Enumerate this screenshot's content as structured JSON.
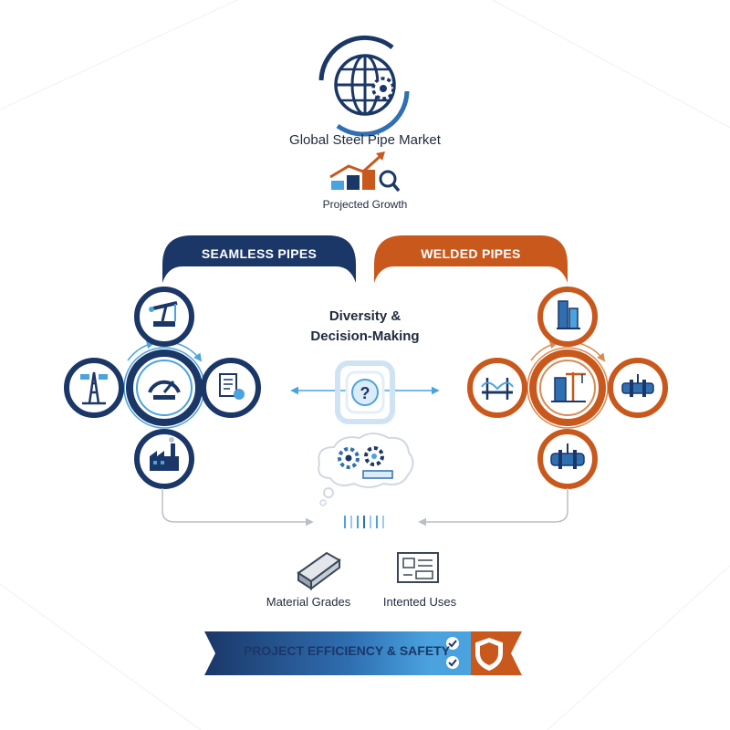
{
  "header": {
    "title": "Global Steel Pipe Market",
    "growth_label": "Projected Growth"
  },
  "seamless": {
    "label": "SEAMLESS PIPES",
    "color": "#1b3768",
    "node_icons": [
      "oil-pumpjack-icon",
      "oil-derrick-icon",
      "pressure-gauge-icon",
      "documents-icon",
      "factory-icon"
    ]
  },
  "welded": {
    "label": "WELDED PIPES",
    "color": "#c9581c",
    "node_icons": [
      "skyscraper-icon",
      "bridge-icon",
      "construction-crane-icon",
      "pipeline-icon",
      "pipe-segment-icon"
    ]
  },
  "center": {
    "label_line1": "Diversity &",
    "label_line2": "Decision-Making",
    "question_mark": "?"
  },
  "factors": {
    "material_grades": "Material Grades",
    "intended_uses": "Intented Uses"
  },
  "footer": {
    "label": "PROJECT EFFICIENCY & SAFETY",
    "accent": "#c9581c"
  },
  "colors": {
    "navy": "#1b3768",
    "orange": "#c9581c",
    "light_blue": "#4aa3df"
  }
}
